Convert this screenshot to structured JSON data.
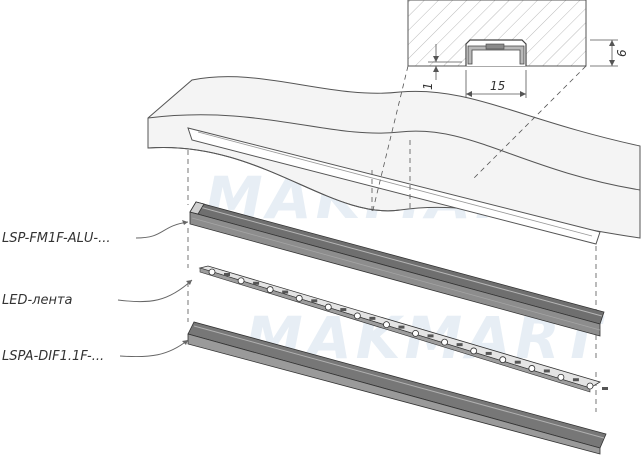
{
  "labels": {
    "profile": "LSP-FM1F-ALU-...",
    "led": "LED-лента",
    "diffuser": "LSPA-DIF1.1F-..."
  },
  "dimensions": {
    "width": "15",
    "height": "6",
    "offset": "1"
  },
  "watermark": "MAKMART",
  "colors": {
    "profile": "#8d8d8d",
    "diffuser": "#9a9a9a",
    "board": "#cfcfcf",
    "line": "#444444"
  }
}
